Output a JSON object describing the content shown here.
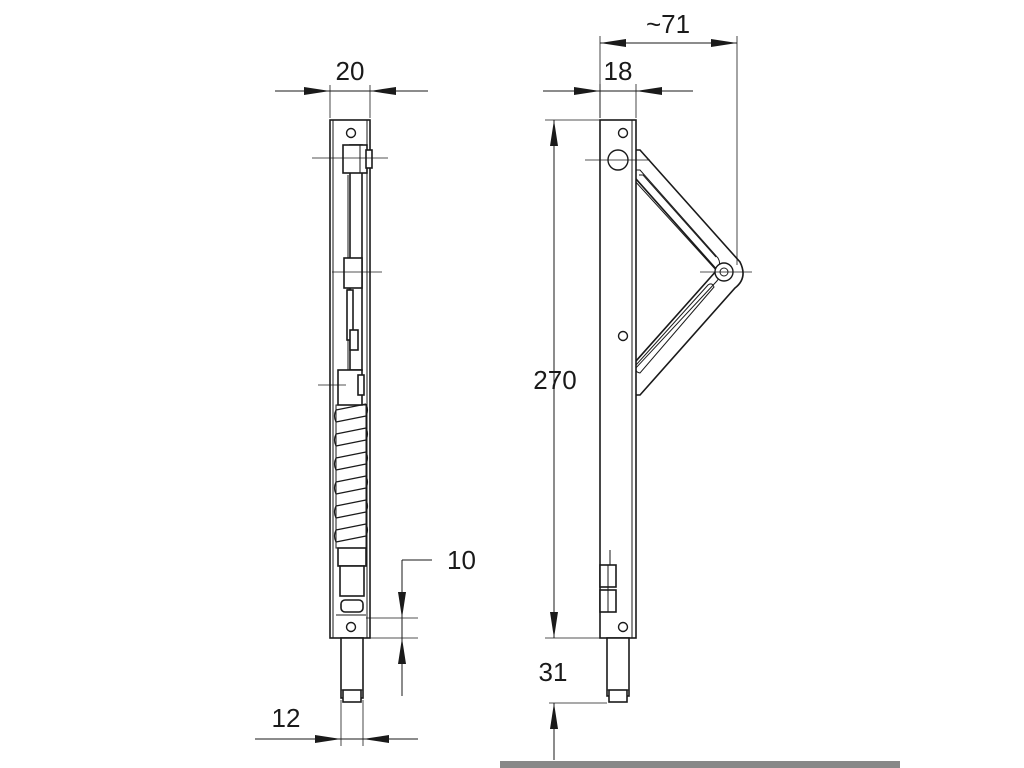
{
  "drawing": {
    "left_view": {
      "dim_width": "20",
      "dim_offset": "10",
      "dim_rod": "12"
    },
    "right_view": {
      "dim_reach": "~71",
      "dim_width": "18",
      "dim_height": "270",
      "dim_bottom": "31"
    }
  }
}
